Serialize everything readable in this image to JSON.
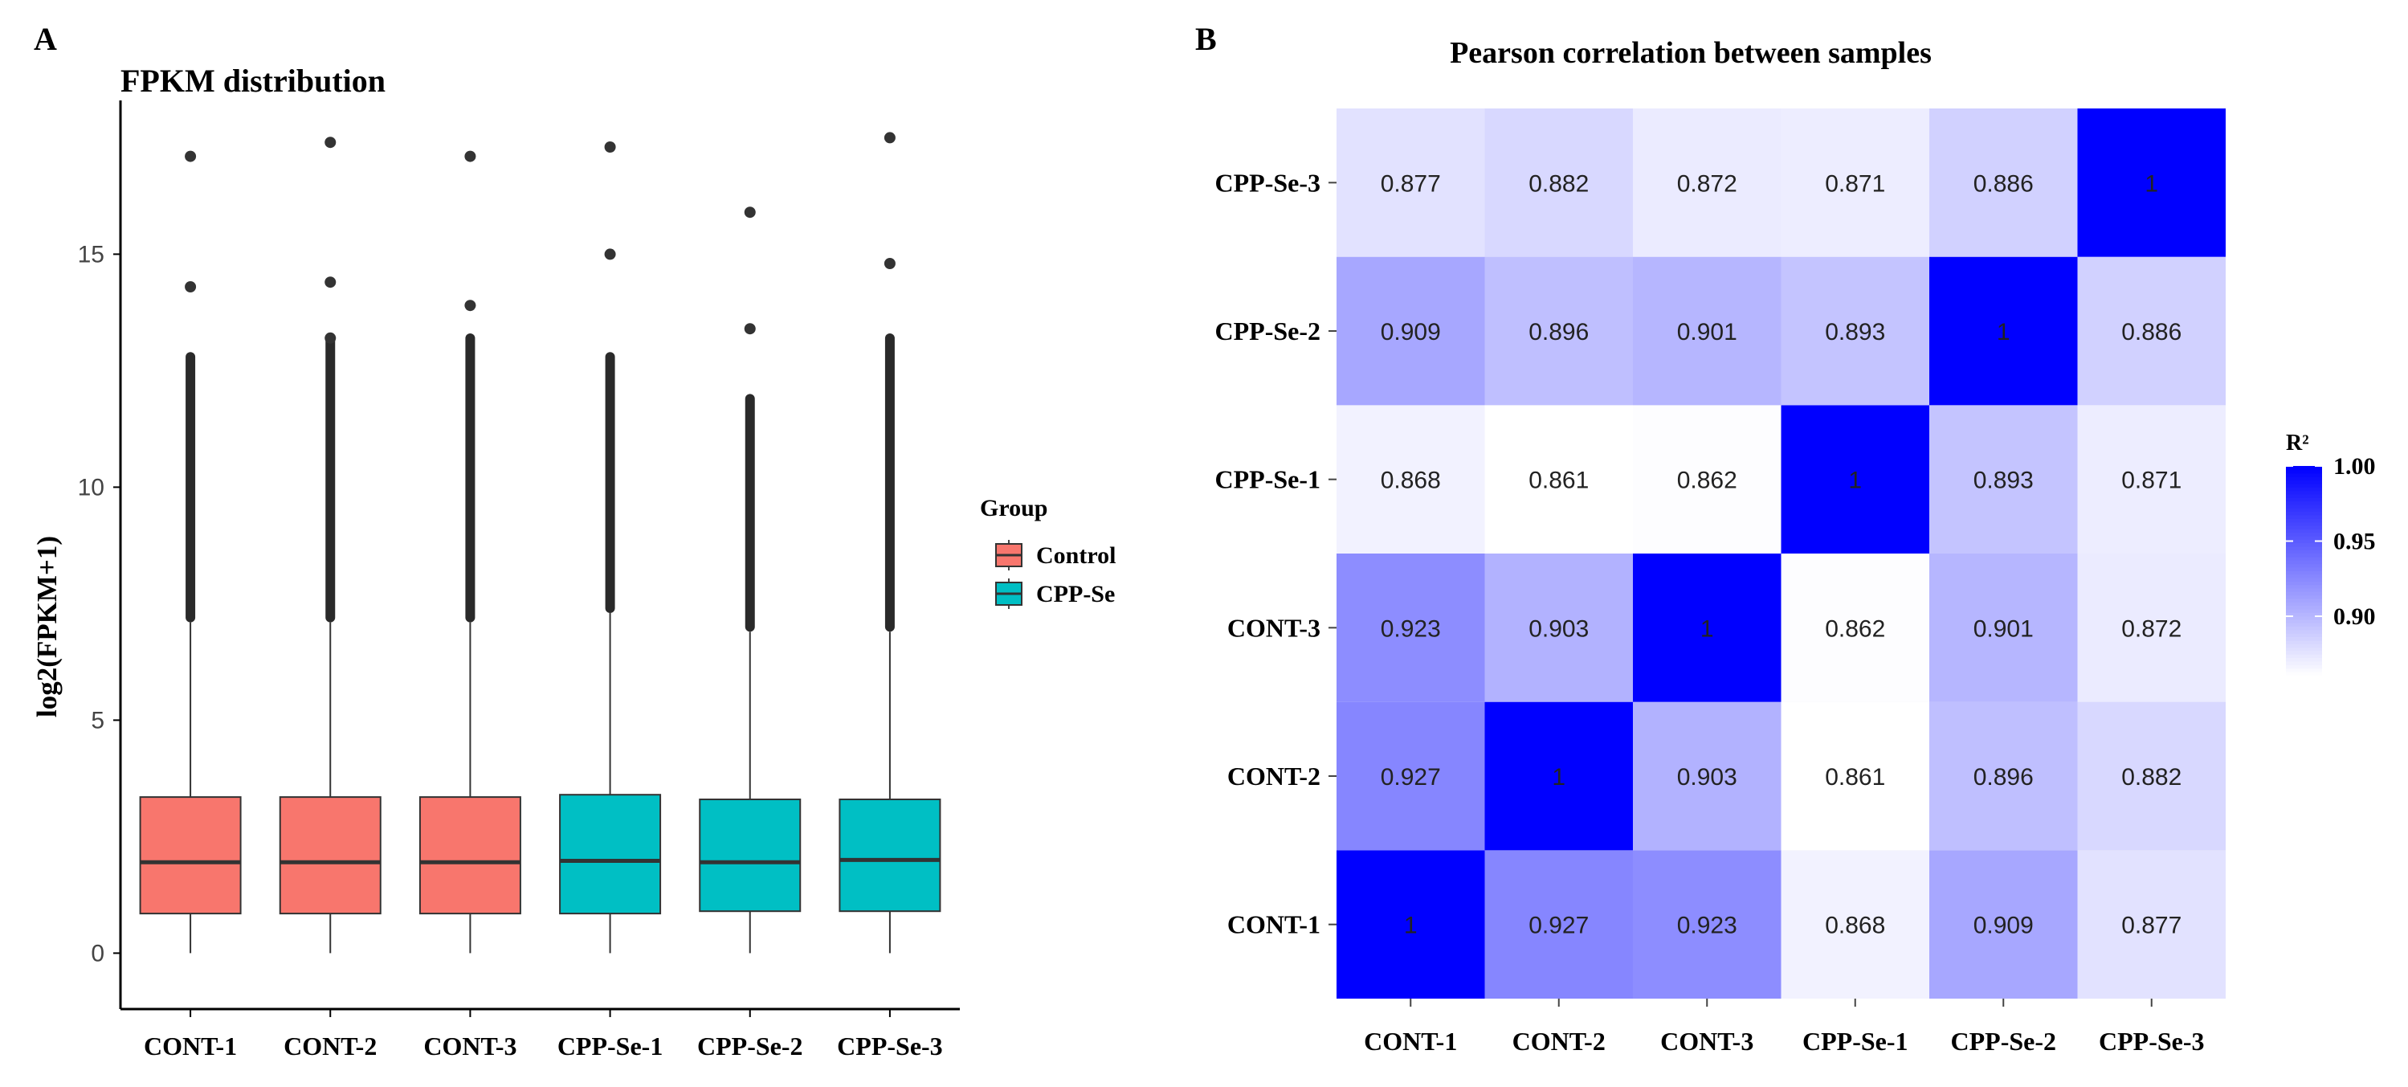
{
  "panels": {
    "a": {
      "letter": "A"
    },
    "b": {
      "letter": "B"
    }
  },
  "chart_data": [
    {
      "type": "box",
      "title": "FPKM distribution",
      "xlabel": "",
      "ylabel": "log2(FPKM+1)",
      "ylim": [
        -1.2,
        18.3
      ],
      "yticks": [
        0,
        5,
        10,
        15
      ],
      "categories": [
        "CONT-1",
        "CONT-2",
        "CONT-3",
        "CPP-Se-1",
        "CPP-Se-2",
        "CPP-Se-3"
      ],
      "groups": [
        "Control",
        "Control",
        "Control",
        "CPP-Se",
        "CPP-Se",
        "CPP-Se"
      ],
      "boxes": [
        {
          "min": 0,
          "q1": 0.85,
          "median": 1.95,
          "q3": 3.35,
          "whisker_high": 7.1,
          "outlier_band": [
            7.1,
            12.9
          ],
          "outliers": [
            14.3,
            17.1
          ]
        },
        {
          "min": 0,
          "q1": 0.85,
          "median": 1.95,
          "q3": 3.35,
          "whisker_high": 7.1,
          "outlier_band": [
            7.1,
            13.3
          ],
          "outliers": [
            13.2,
            14.4,
            17.4
          ]
        },
        {
          "min": 0,
          "q1": 0.85,
          "median": 1.95,
          "q3": 3.35,
          "whisker_high": 7.1,
          "outlier_band": [
            7.1,
            13.3
          ],
          "outliers": [
            13.9,
            17.1
          ]
        },
        {
          "min": 0,
          "q1": 0.85,
          "median": 1.98,
          "q3": 3.4,
          "whisker_high": 7.3,
          "outlier_band": [
            7.3,
            12.9
          ],
          "outliers": [
            15.0,
            17.3
          ]
        },
        {
          "min": 0,
          "q1": 0.9,
          "median": 1.95,
          "q3": 3.3,
          "whisker_high": 6.9,
          "outlier_band": [
            6.9,
            12.0
          ],
          "outliers": [
            13.4,
            15.9
          ]
        },
        {
          "min": 0,
          "q1": 0.9,
          "median": 2.0,
          "q3": 3.3,
          "whisker_high": 6.9,
          "outlier_band": [
            6.9,
            13.3
          ],
          "outliers": [
            14.8,
            17.5
          ]
        }
      ],
      "legend": {
        "title": "Group",
        "position": "right",
        "entries": [
          {
            "label": "Control",
            "color": "#F8766D"
          },
          {
            "label": "CPP-Se",
            "color": "#00BFC4"
          }
        ]
      },
      "grid": false
    },
    {
      "type": "heatmap",
      "title": "Pearson correlation between samples",
      "x": [
        "CONT-1",
        "CONT-2",
        "CONT-3",
        "CPP-Se-1",
        "CPP-Se-2",
        "CPP-Se-3"
      ],
      "y": [
        "CONT-1",
        "CONT-2",
        "CONT-3",
        "CPP-Se-1",
        "CPP-Se-2",
        "CPP-Se-3"
      ],
      "values": [
        [
          1,
          0.927,
          0.923,
          0.868,
          0.909,
          0.877
        ],
        [
          0.927,
          1,
          0.903,
          0.861,
          0.896,
          0.882
        ],
        [
          0.923,
          0.903,
          1,
          0.862,
          0.901,
          0.872
        ],
        [
          0.868,
          0.861,
          0.862,
          1,
          0.893,
          0.871
        ],
        [
          0.909,
          0.896,
          0.901,
          0.893,
          1,
          0.886
        ],
        [
          0.877,
          0.882,
          0.872,
          0.871,
          0.886,
          1
        ]
      ],
      "value_labels": [
        [
          "1",
          "0.927",
          "0.923",
          "0.868",
          "0.909",
          "0.877"
        ],
        [
          "0.927",
          "1",
          "0.903",
          "0.861",
          "0.896",
          "0.882"
        ],
        [
          "0.923",
          "0.903",
          "1",
          "0.862",
          "0.901",
          "0.872"
        ],
        [
          "0.868",
          "0.861",
          "0.862",
          "1",
          "0.893",
          "0.871"
        ],
        [
          "0.909",
          "0.896",
          "0.901",
          "0.893",
          "1",
          "0.886"
        ],
        [
          "0.877",
          "0.882",
          "0.872",
          "0.871",
          "0.886",
          "1"
        ]
      ],
      "colorbar": {
        "title": "R²",
        "range": [
          0.861,
          1.0
        ],
        "ticks": [
          "0.90",
          "0.95",
          "1.00"
        ],
        "tick_values": [
          0.9,
          0.95,
          1.0
        ],
        "low_color": "#FFFFFF",
        "high_color": "#0000FF",
        "position": "right"
      }
    }
  ]
}
